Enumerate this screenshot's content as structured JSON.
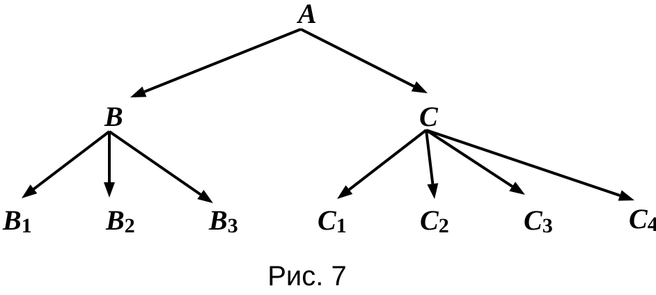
{
  "diagram": {
    "nodes": [
      {
        "id": "A",
        "letter": "A",
        "sub": ""
      },
      {
        "id": "B",
        "letter": "B",
        "sub": ""
      },
      {
        "id": "C",
        "letter": "C",
        "sub": ""
      },
      {
        "id": "B1",
        "letter": "B",
        "sub": "1"
      },
      {
        "id": "B2",
        "letter": "B",
        "sub": "2"
      },
      {
        "id": "B3",
        "letter": "B",
        "sub": "3"
      },
      {
        "id": "C1",
        "letter": "C",
        "sub": "1"
      },
      {
        "id": "C2",
        "letter": "C",
        "sub": "2"
      },
      {
        "id": "C3",
        "letter": "C",
        "sub": "3"
      },
      {
        "id": "C4",
        "letter": "C",
        "sub": "4"
      }
    ],
    "edges": [
      {
        "from": "A",
        "to": "B"
      },
      {
        "from": "A",
        "to": "C"
      },
      {
        "from": "B",
        "to": "B1"
      },
      {
        "from": "B",
        "to": "B2"
      },
      {
        "from": "B",
        "to": "B3"
      },
      {
        "from": "C",
        "to": "C1"
      },
      {
        "from": "C",
        "to": "C2"
      },
      {
        "from": "C",
        "to": "C3"
      },
      {
        "from": "C",
        "to": "C4"
      }
    ],
    "caption": "Рис. 7"
  }
}
